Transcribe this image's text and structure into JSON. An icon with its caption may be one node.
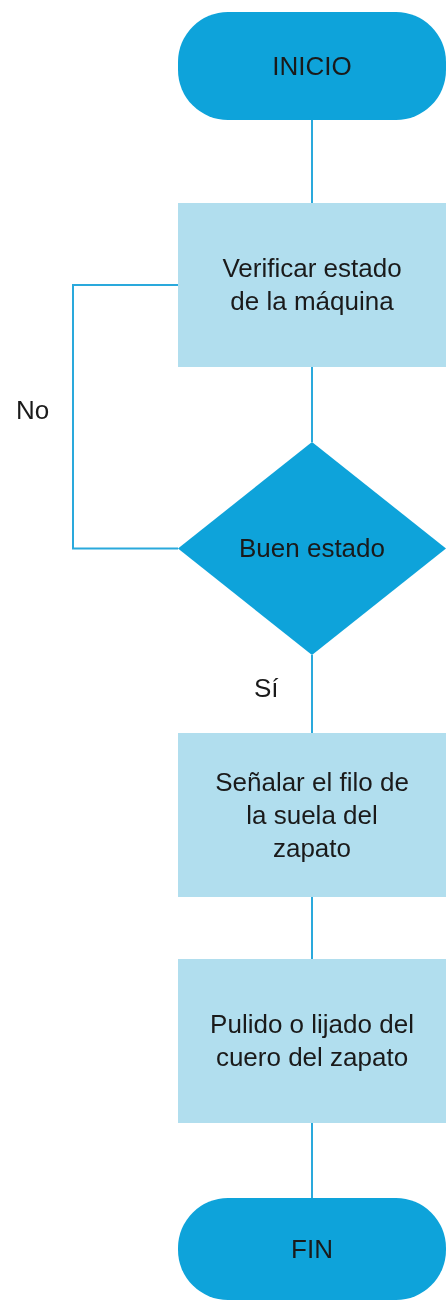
{
  "diagram": {
    "nodes": [
      {
        "text": [
          "INICIO"
        ]
      },
      {
        "text": [
          "Verificar estado de la máquina"
        ]
      },
      {
        "text": [
          "Buen estado"
        ]
      },
      {
        "text": [
          "Señalar el filo de la suela del zapato"
        ]
      },
      {
        "text": [
          "Pulido o lijado del cuero del zapato"
        ]
      },
      {
        "text": [
          "FIN"
        ]
      }
    ],
    "edges": [
      {
        "from": 0,
        "to": 1,
        "arrow": "none"
      },
      {
        "from": 1,
        "to": 2,
        "arrow": "none"
      },
      {
        "from": 2,
        "to": 1,
        "arrow": "none",
        "label": "No"
      },
      {
        "from": 2,
        "to": 3,
        "arrow": "none",
        "label": "Sí"
      },
      {
        "from": 3,
        "to": 4,
        "arrow": "none"
      },
      {
        "from": 4,
        "to": 5,
        "arrow": "none"
      }
    ]
  }
}
